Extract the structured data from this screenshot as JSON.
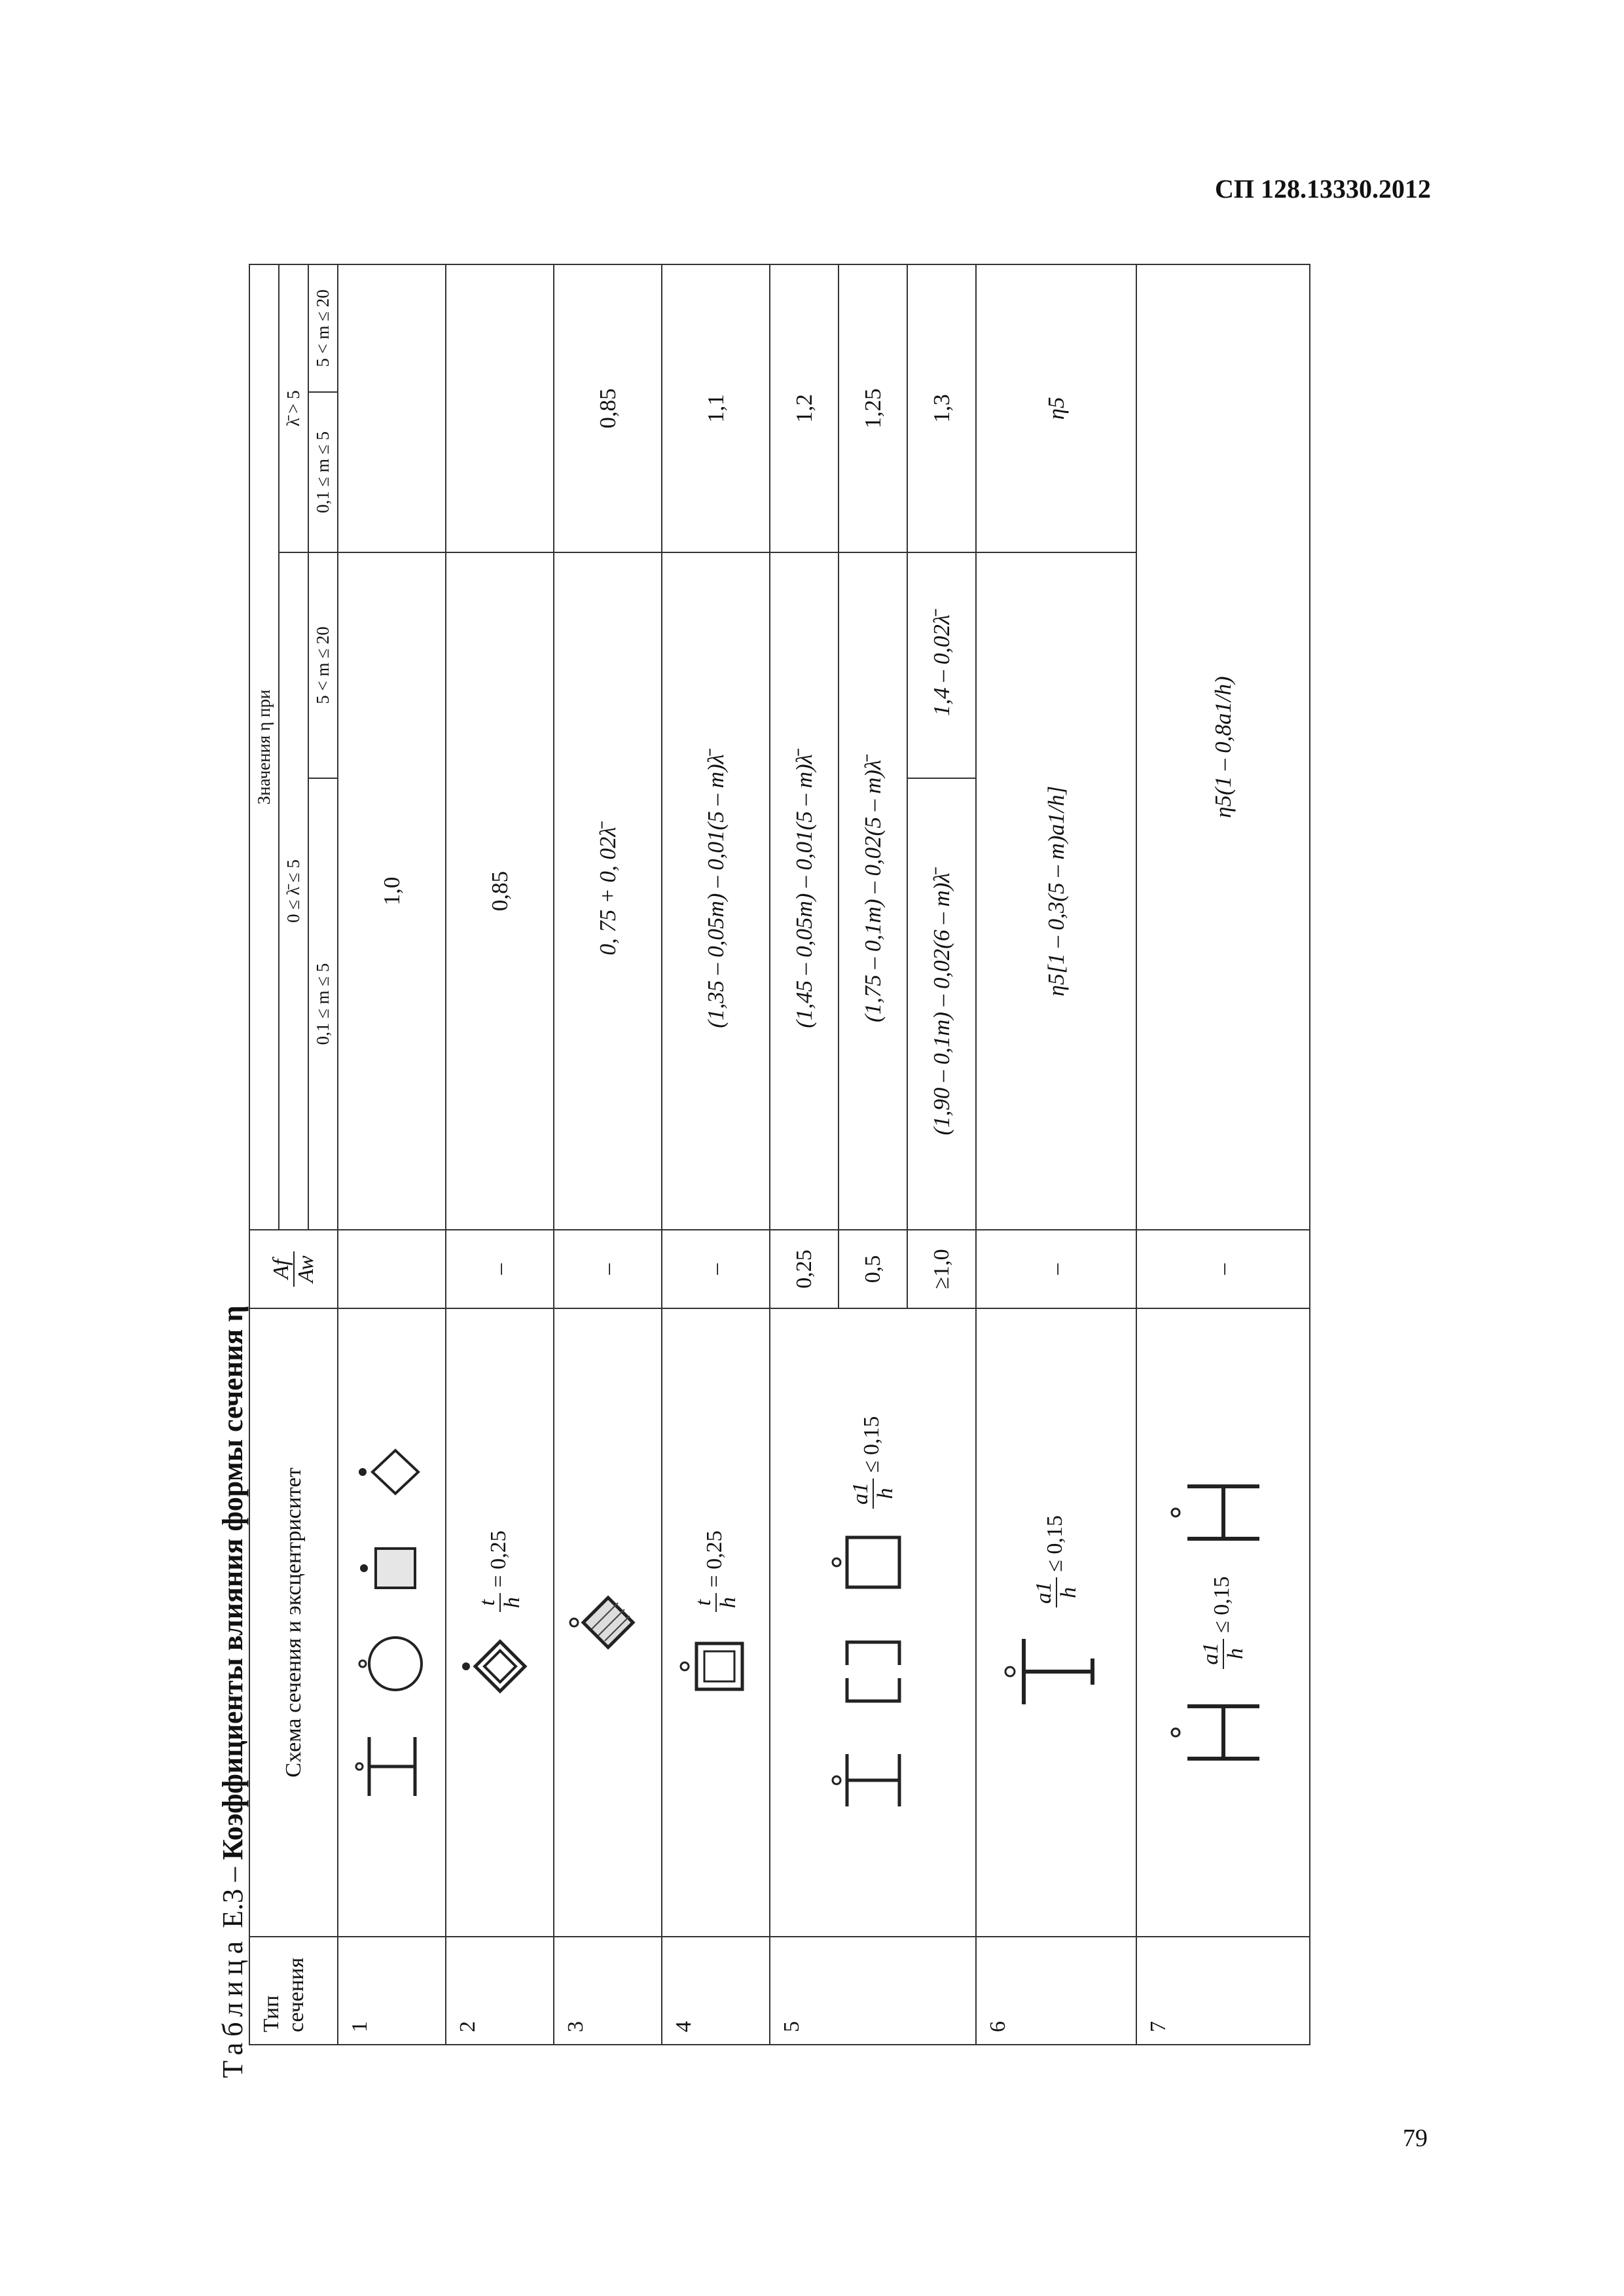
{
  "header": {
    "doc_code": "СП 128.13330.2012",
    "page_number": "79"
  },
  "caption": {
    "label": "Таблица",
    "number": "Е.3",
    "dash": "–",
    "title": "Коэффициенты влияния формы сечения η"
  },
  "columns": {
    "type": "Тип сечения",
    "scheme": "Схема сечения и эксцентриситет",
    "ratio_num": "Af",
    "ratio_den": "Aw",
    "values": "Значения η при",
    "lam_low": "0 ≤ λ̄ ≤ 5",
    "lam_high": "λ̄ > 5",
    "m_low": "0,1 ≤ m ≤ 5",
    "m_high": "5 < m ≤ 20"
  },
  "schemes": {
    "s2": {
      "num": "t",
      "den": "h",
      "rel": "= 0,25"
    },
    "s4": {
      "num": "t",
      "den": "h",
      "rel": "= 0,25"
    },
    "s5": {
      "num": "a1",
      "den": "h",
      "rel": "≤ 0,15"
    },
    "s6": {
      "num": "a1",
      "den": "h",
      "rel": "≤ 0,15"
    },
    "s7": {
      "num": "a1",
      "den": "h",
      "rel": "≤ 0,15"
    }
  },
  "rows": {
    "r1": {
      "type": "1",
      "ratio": "",
      "value_all": "1,0"
    },
    "r2": {
      "type": "2",
      "ratio": "–",
      "value_all": "0,85"
    },
    "r3": {
      "type": "3",
      "ratio": "–",
      "v_a": "0, 75 + 0, 02λ̄",
      "v_high": "0,85"
    },
    "r4": {
      "type": "4",
      "ratio": "–",
      "v_a": "(1,35 – 0,05m) – 0,01(5 – m)λ̄",
      "v_high": "1,1"
    },
    "r5a": {
      "type": "5",
      "ratio": "0,25",
      "v_a": "(1,45 – 0,05m) – 0,01(5 – m)λ̄",
      "v_high": "1,2"
    },
    "r5b": {
      "ratio": "0,5",
      "v_a": "(1,75 – 0,1m) – 0,02(5 – m)λ̄",
      "v_high": "1,25"
    },
    "r5c": {
      "ratio": "≥1,0",
      "v_a": "(1,90 – 0,1m) – 0,02(6 – m)λ̄",
      "v_b": "1,4 – 0,02λ̄",
      "v_high": "1,3"
    },
    "r6": {
      "type": "6",
      "ratio": "–",
      "v_a": "η5[1 – 0,3(5 – m)a1/h]",
      "v_high": "η5"
    },
    "r7": {
      "type": "7",
      "ratio": "–",
      "v_all": "η5(1 – 0,8a1/h)"
    }
  }
}
